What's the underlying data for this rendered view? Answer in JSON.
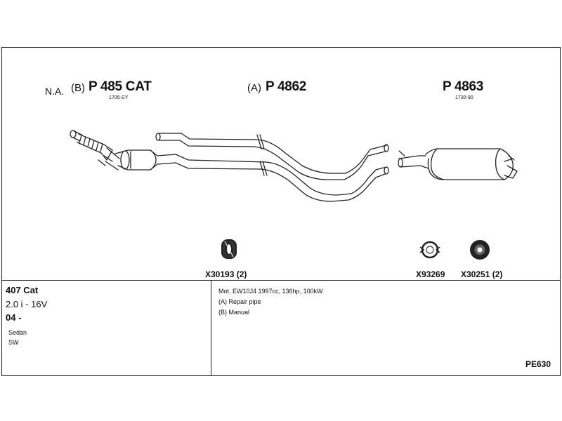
{
  "header": {
    "na_label": "N.A.",
    "part_b_prefix": "(B)",
    "part_b": "P 485 CAT",
    "part_b_code": "1705-SY",
    "part_a_prefix": "(A)",
    "part_a": "P 4862",
    "part_c": "P 4863",
    "part_c_code": "1730-90"
  },
  "accessories": [
    {
      "id": "X30193 (2)",
      "icon": "rubber-hanger-icon"
    },
    {
      "id": "X93269",
      "icon": "clamp-icon"
    },
    {
      "id": "X30251 (2)",
      "icon": "rubber-mount-icon"
    }
  ],
  "vehicle": {
    "model": "407 Cat",
    "engine": "2.0 i - 16V",
    "year": "04 -",
    "body_1": "Sedan",
    "body_2": "SW"
  },
  "notes": {
    "line1": "Mot. EW10J4 1997cc, 136hp, 100kW",
    "line2": "(A) Repair pipe",
    "line3": "(B) Manual"
  },
  "code": "PE630"
}
